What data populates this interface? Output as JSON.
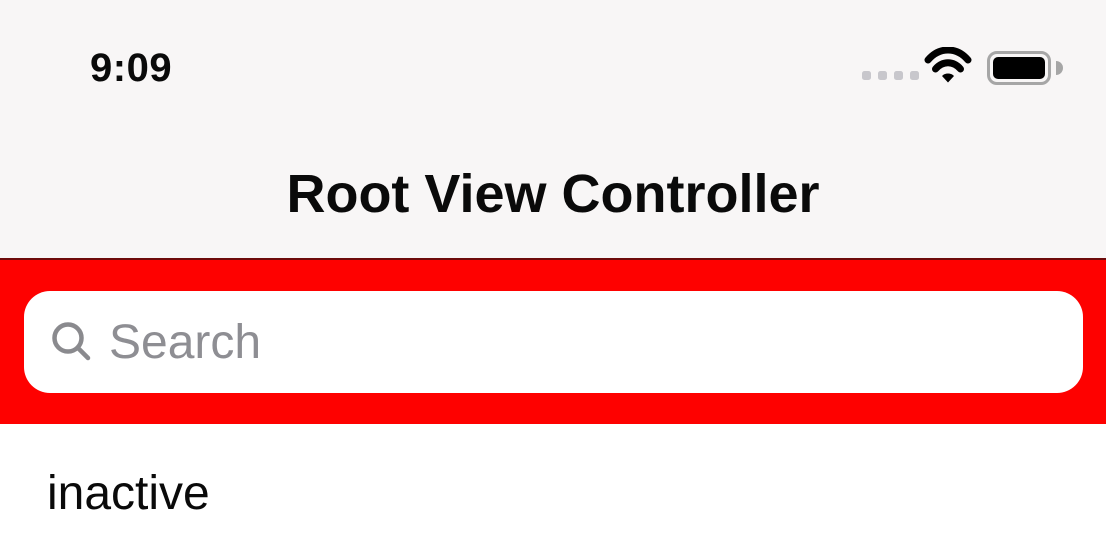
{
  "status_bar": {
    "time": "9:09",
    "cellular": {
      "state": "no-signal",
      "dots": 4
    },
    "wifi": "full",
    "battery": "full"
  },
  "nav_bar": {
    "title": "Root View Controller"
  },
  "search_bar": {
    "placeholder": "Search",
    "value": "",
    "highlight_color": "#fe0100"
  },
  "content": {
    "status_text": "inactive"
  },
  "colors": {
    "top-bg": "#f8f6f6",
    "highlight-red": "#fe0100",
    "hairline-dark": "#6d0a0a",
    "placeholder-gray": "#8e8e93",
    "icon-gray": "#8a8a8e",
    "dot-gray": "#c8c7cc",
    "battery-outline": "#a6a6a6",
    "text-black": "#0a0a0a",
    "field-white": "#ffffff"
  }
}
